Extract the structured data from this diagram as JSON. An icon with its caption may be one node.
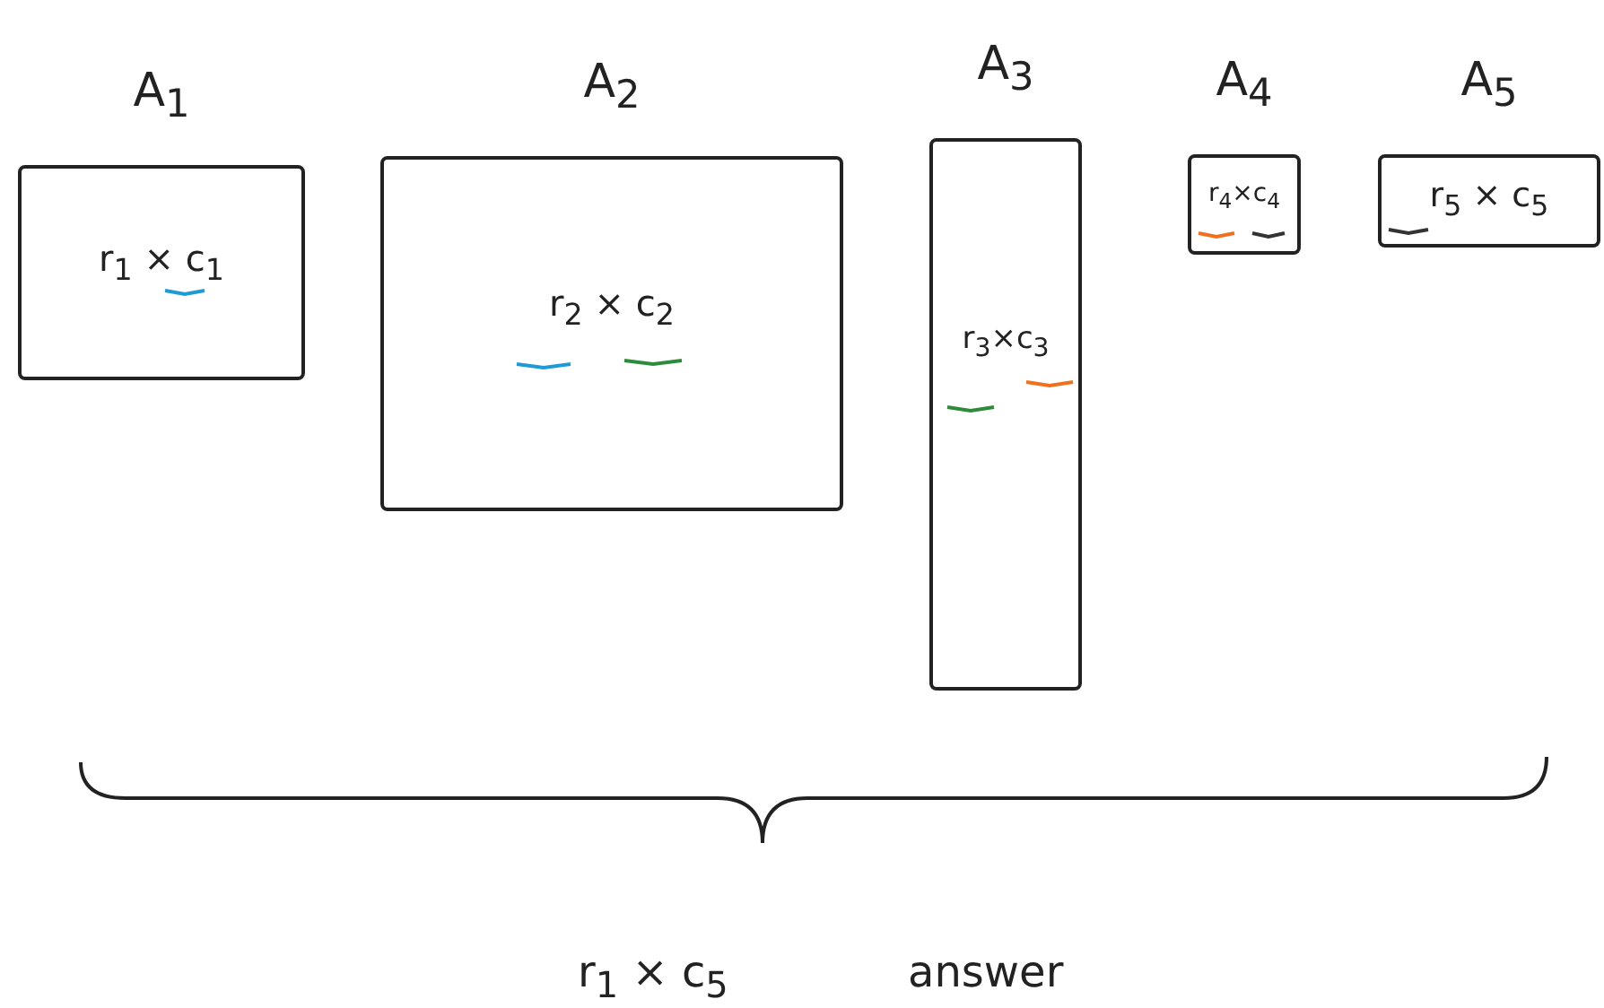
{
  "diagram": {
    "nodes": [
      {
        "text": [
          "A$_{1}$",
          "r$_{1}$ × c$_{1}$"
        ]
      },
      {
        "text": [
          "A$_{2}$",
          "r$_{2}$ × c$_{2}$"
        ]
      },
      {
        "text": [
          "A$_{3}$",
          "r$_{3}$×c$_{3}$"
        ]
      },
      {
        "text": [
          "A$_{4}$",
          "r$_{4}$×c$_{4}$"
        ]
      },
      {
        "text": [
          "A$_{5}$",
          "r$_{5}$ × c$_{5}$"
        ]
      }
    ],
    "labels": [
      "r$_{1}$ × c$_{5}$",
      "answer"
    ]
  }
}
